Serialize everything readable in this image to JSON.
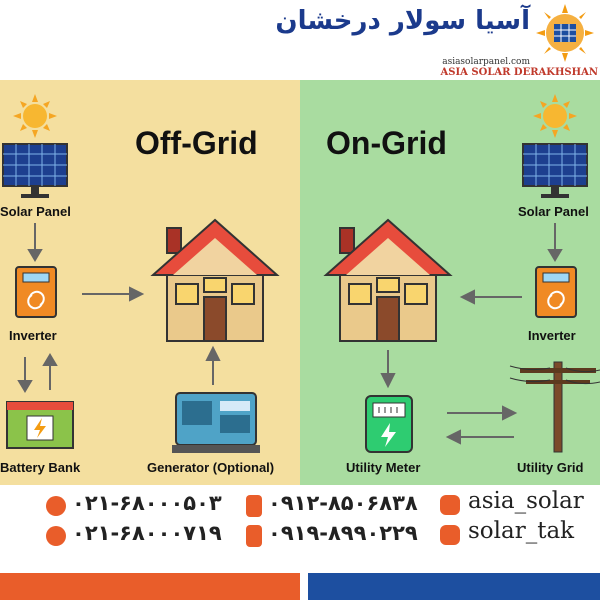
{
  "brand": {
    "name_fa": "آسیا سولار درخشان",
    "website": "asiasolarpanel.com",
    "name_en": "ASIA SOLAR DERAKHSHAN"
  },
  "off_grid": {
    "title": "Off-Grid",
    "solar_panel": "Solar Panel",
    "inverter": "Inverter",
    "battery_bank": "Battery Bank",
    "generator": "Generator (Optional)"
  },
  "on_grid": {
    "title": "On-Grid",
    "solar_panel": "Solar Panel",
    "inverter": "Inverter",
    "utility_meter": "Utility Meter",
    "utility_grid": "Utility Grid"
  },
  "contacts": {
    "phone_1": "۰۲۱-۶۸۰۰۰۵۰۳",
    "phone_2": "۰۲۱-۶۸۰۰۰۷۱۹",
    "mobile_1": "۰۹۱۲-۸۵۰۶۸۳۸",
    "mobile_2": "۰۹۱۹-۸۹۹۰۲۲۹",
    "instagram_1": "asia_solar",
    "instagram_2": "solar_tak"
  },
  "colors": {
    "off_grid_bg": "#f4df9f",
    "on_grid_bg": "#a9dca0",
    "accent_orange": "#e95d2a",
    "accent_blue": "#1d4fa0"
  }
}
